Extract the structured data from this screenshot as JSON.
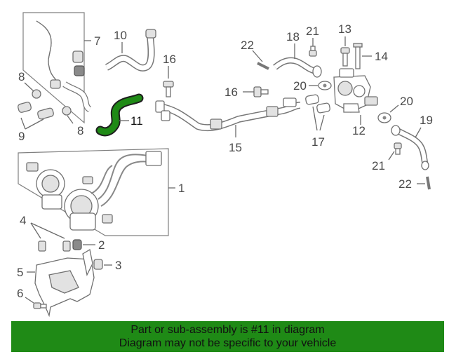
{
  "callouts": {
    "c1": "1",
    "c2": "2",
    "c3": "3",
    "c4": "4",
    "c5": "5",
    "c6": "6",
    "c7": "7",
    "c8a": "8",
    "c8b": "8",
    "c9": "9",
    "c10": "10",
    "c11": "11",
    "c12": "12",
    "c13": "13",
    "c14": "14",
    "c15": "15",
    "c16a": "16",
    "c16b": "16",
    "c17": "17",
    "c18": "18",
    "c19": "19",
    "c20a": "20",
    "c20b": "20",
    "c21a": "21",
    "c21b": "21",
    "c22a": "22",
    "c22b": "22"
  },
  "highlight": {
    "part_number": "11",
    "color": "#1f8a16"
  },
  "banner": {
    "line1": "Part or sub-assembly is #11 in diagram",
    "line2": "Diagram may not be specific to your vehicle",
    "background": "#1f8a16"
  }
}
